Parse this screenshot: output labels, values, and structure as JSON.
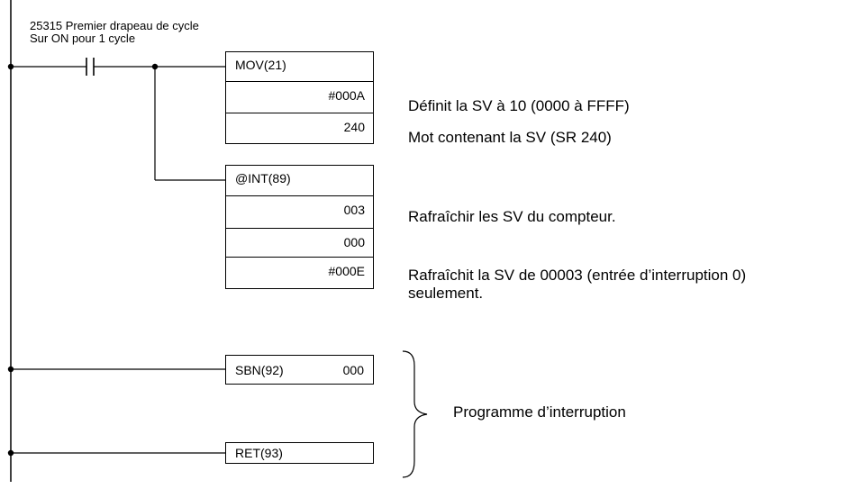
{
  "contact": {
    "title": "25315 Premier drapeau de cycle",
    "subtitle": "Sur ON pour 1 cycle"
  },
  "mov": {
    "name": "MOV(21)",
    "source": "#000A",
    "dest": "240",
    "source_desc": "Définit la SV à 10 (0000 à FFFF)",
    "dest_desc": "Mot contenant la SV (SR 240)"
  },
  "int": {
    "name": "@INT(89)",
    "cc": "003",
    "fixed": "000",
    "mask": "#000E",
    "cc_desc": "Rafraîchir les SV du compteur.",
    "mask_desc_line1": "Rafraîchit la SV de 00003 (entrée d’interruption 0)",
    "mask_desc_line2": "seulement."
  },
  "sbn": {
    "name": "SBN(92)",
    "number": "000"
  },
  "ret": {
    "name": "RET(93)"
  },
  "program": {
    "label": "Programme d’interruption"
  }
}
